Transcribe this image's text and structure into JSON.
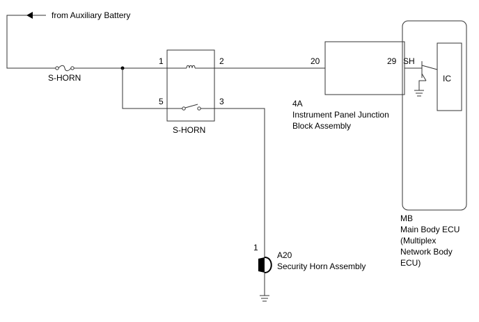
{
  "power_source": {
    "arrow_label": "from Auxiliary Battery"
  },
  "fuse": {
    "label": "S-HORN"
  },
  "relay": {
    "label": "S-HORN",
    "pins": {
      "p1": "1",
      "p2": "2",
      "p3": "3",
      "p5": "5"
    }
  },
  "junction_block": {
    "code": "4A",
    "name_line1": "Instrument Panel Junction",
    "name_line2": "Block Assembly",
    "pin_in": "20",
    "pin_out": "29",
    "signal": "SH"
  },
  "ecu": {
    "code": "MB",
    "lines": [
      "Main Body ECU",
      "(Multiplex",
      "Network Body",
      "ECU)"
    ],
    "ic_label": "IC"
  },
  "horn": {
    "pin": "1",
    "code": "A20",
    "name": "Security Horn Assembly"
  }
}
